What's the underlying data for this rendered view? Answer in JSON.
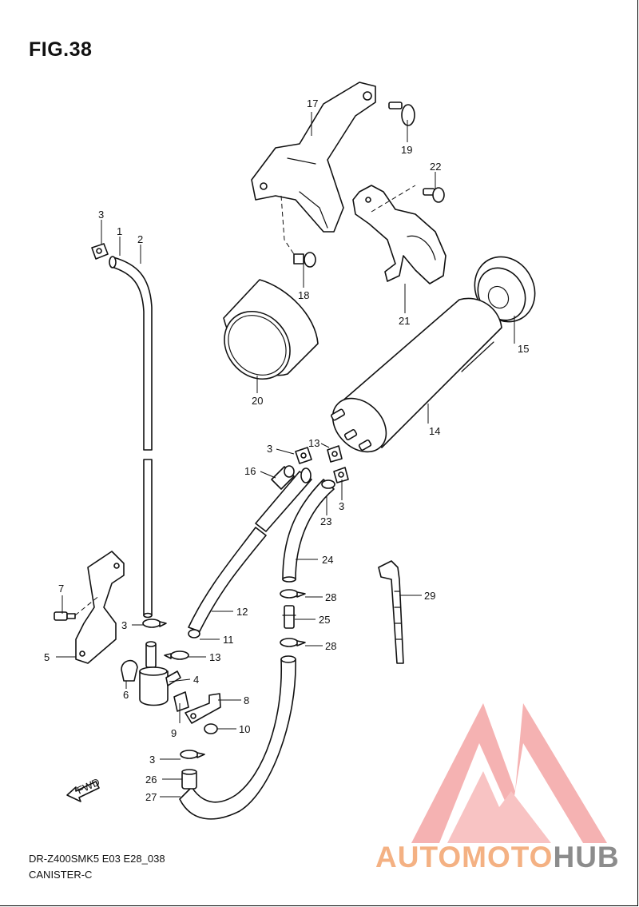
{
  "figure": {
    "title": "FIG.38",
    "model_code": "DR-Z400SMK5 E03 E28_038",
    "section_name": "CANISTER-C"
  },
  "fwd_label": "FWD",
  "callouts": {
    "p1": "1",
    "p2": "2",
    "p3a": "3",
    "p3b": "3",
    "p3c": "3",
    "p3d": "3",
    "p3e": "3",
    "p4": "4",
    "p5": "5",
    "p6": "6",
    "p7": "7",
    "p8": "8",
    "p9": "9",
    "p10": "10",
    "p11": "11",
    "p12": "12",
    "p13a": "13",
    "p13b": "13",
    "p14": "14",
    "p15": "15",
    "p16": "16",
    "p17": "17",
    "p18": "18",
    "p19": "19",
    "p20": "20",
    "p21": "21",
    "p22": "22",
    "p23": "23",
    "p24": "24",
    "p25": "25",
    "p26": "26",
    "p27": "27",
    "p28a": "28",
    "p28b": "28",
    "p29": "29"
  },
  "watermark": {
    "brand_part1": "AUTOMOTO",
    "brand_part2": "HUB",
    "colors": {
      "logo": "#f08080",
      "text_orange": "#f4b183",
      "text_gray": "#8c8c8c"
    }
  }
}
